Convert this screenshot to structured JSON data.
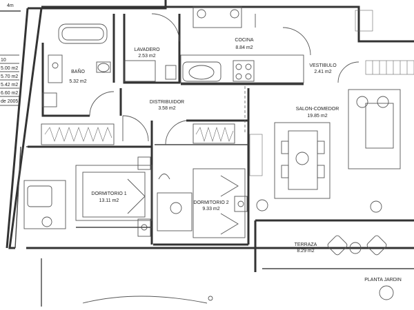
{
  "scale_label": "4m",
  "table_rows": [
    "10",
    "5.00 m2",
    "5.70 m2",
    "5.42 m2",
    "6.60 m2",
    "de 2005"
  ],
  "rooms": [
    {
      "id": "lavadero",
      "name": "LAVADERO",
      "area": "2.53 m2"
    },
    {
      "id": "cocina",
      "name": "COCINA",
      "area": "8.84 m2"
    },
    {
      "id": "vestibulo",
      "name": "VESTIBULO",
      "area": "2.41 m2"
    },
    {
      "id": "bano",
      "name": "BAÑO",
      "area": "5.32 m2"
    },
    {
      "id": "distribuidor",
      "name": "DISTRIBUIDOR",
      "area": "3.58 m2"
    },
    {
      "id": "salon",
      "name": "SALON-COMEDOR",
      "area": "19.85 m2"
    },
    {
      "id": "dormitorio1",
      "name": "DORMITORIO 1",
      "area": "13.11 m2"
    },
    {
      "id": "dormitorio2",
      "name": "DORMITORIO 2",
      "area": "9.33 m2"
    },
    {
      "id": "terraza",
      "name": "TERRAZA",
      "area": "8.29 m2"
    }
  ],
  "footer_label": "PLANTA JARDIN"
}
